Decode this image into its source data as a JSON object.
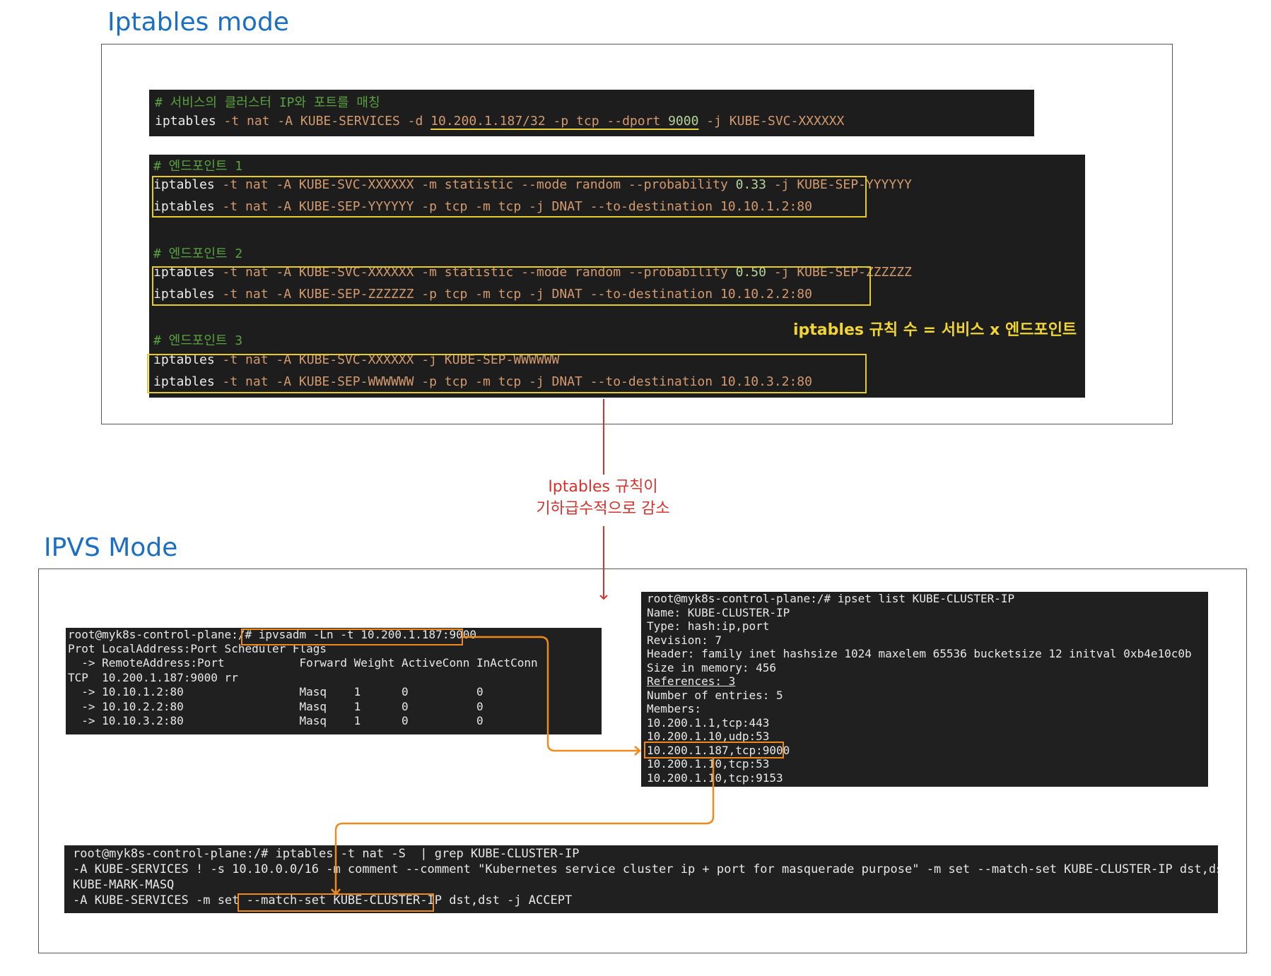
{
  "iptables_mode": {
    "title": "Iptables mode",
    "service_block": {
      "comment": "# 서비스의 클러스터 IP와 포트를 매칭",
      "cmd_kw": "iptables",
      "cmd_a": " -t nat -A KUBE-SERVICES -d ",
      "cmd_match_a": "10.200.1.187/32 -p tcp --dport ",
      "cmd_match_port": "9000",
      "cmd_b": " -j KUBE-SVC-XXXXXX"
    },
    "endpoints": [
      {
        "comment": "# 엔드포인트 1",
        "line1_kw": "iptables",
        "line1_a": " -t nat -A KUBE-SVC-XXXXXX -m statistic --mode random --probability ",
        "line1_num": "0.33",
        "line1_b": " -j KUBE-SEP-YYYYYY",
        "line2_kw": "iptables",
        "line2_a": " -t nat -A KUBE-SEP-YYYYYY -p tcp -m tcp -j DNAT --to-destination 10.10.1.2:80"
      },
      {
        "comment": "# 엔드포인트 2",
        "line1_kw": "iptables",
        "line1_a": " -t nat -A KUBE-SVC-XXXXXX -m statistic --mode random --probability ",
        "line1_num": "0.50",
        "line1_b": " -j KUBE-SEP-ZZZZZZ",
        "line2_kw": "iptables",
        "line2_a": " -t nat -A KUBE-SEP-ZZZZZZ -p tcp -m tcp -j DNAT --to-destination 10.10.2.2:80"
      },
      {
        "comment": "# 엔드포인트 3",
        "line1_kw": "iptables",
        "line1_a": " -t nat -A KUBE-SVC-XXXXXX -j KUBE-SEP-WWWWWW",
        "line1_num": "",
        "line1_b": "",
        "line2_kw": "iptables",
        "line2_a": " -t nat -A KUBE-SEP-WWWWWW -p tcp -m tcp -j DNAT --to-destination 10.10.3.2:80"
      }
    ],
    "rule_count_note": "iptables 규칙 수 = 서비스 x 엔드포인트"
  },
  "transition_note": {
    "line1": "Iptables 규칙이",
    "line2": "기하급수적으로 감소"
  },
  "ipvs_mode": {
    "title": "IPVS Mode",
    "ipvsadm": {
      "prompt": "root@myk8s-control-plane:/#",
      "command": " ipvsadm -Ln -t 10.200.1.187:9000",
      "lines": [
        "Prot LocalAddress:Port Scheduler Flags",
        "  -> RemoteAddress:Port           Forward Weight ActiveConn InActConn",
        "TCP  10.200.1.187:9000 rr",
        "  -> 10.10.1.2:80                 Masq    1      0          0",
        "  -> 10.10.2.2:80                 Masq    1      0          0",
        "  -> 10.10.3.2:80                 Masq    1      0          0"
      ]
    },
    "ipset": {
      "prompt_line": "root@myk8s-control-plane:/# ipset list KUBE-CLUSTER-IP",
      "lines": [
        "Name: KUBE-CLUSTER-IP",
        "Type: hash:ip,port",
        "Revision: 7",
        "Header: family inet hashsize 1024 maxelem 65536 bucketsize 12 initval 0xb4e10c0b",
        "Size in memory: 456",
        "References: 3",
        "Number of entries: 5",
        "Members:",
        "10.200.1.1,tcp:443",
        "10.200.1.10,udp:53",
        "10.200.1.187,tcp:9000",
        "10.200.1.10,tcp:53",
        "10.200.1.10,tcp:9153"
      ]
    },
    "iptables_grep": {
      "lines": [
        "root@myk8s-control-plane:/# iptables -t nat -S  | grep KUBE-CLUSTER-IP",
        "-A KUBE-SERVICES ! -s 10.10.0.0/16 -m comment --comment \"Kubernetes service cluster ip + port for masquerade purpose\" -m set --match-set KUBE-CLUSTER-IP dst,dst -j",
        "KUBE-MARK-MASQ",
        "-A KUBE-SERVICES -m set --match-set KUBE-CLUSTER-IP dst,dst -j ACCEPT"
      ]
    }
  }
}
